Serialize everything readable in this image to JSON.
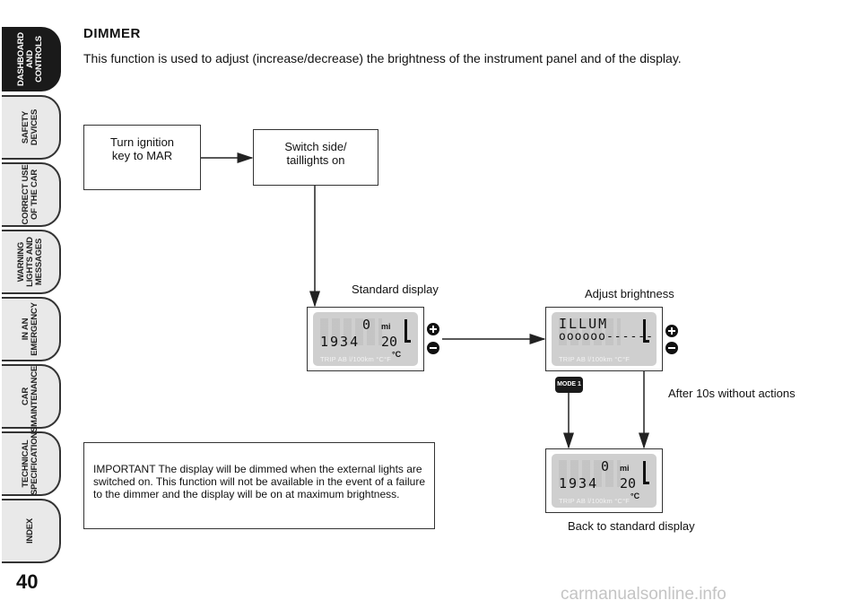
{
  "side_tabs": [
    {
      "label": "DASHBOARD\nAND CONTROLS",
      "active": true
    },
    {
      "label": "SAFETY\nDEVICES",
      "active": false
    },
    {
      "label": "CORRECT USE\nOF THE CAR",
      "active": false
    },
    {
      "label": "WARNING\nLIGHTS AND\nMESSAGES",
      "active": false
    },
    {
      "label": "IN AN\nEMERGENCY",
      "active": false
    },
    {
      "label": "CAR\nMAINTENANCE",
      "active": false
    },
    {
      "label": "TECHNICAL\nSPECIFICATIONS",
      "active": false
    },
    {
      "label": "INDEX",
      "active": false
    }
  ],
  "page_number": "40",
  "title": "DIMMER",
  "intro": "This function is used to adjust (increase/decrease) the brightness of the instrument panel and of the display.",
  "flow": {
    "step1": "Turn ignition\nkey to MAR",
    "step2": "Switch side/\ntaillights on",
    "standard_display": "Standard display",
    "adjust_brightness": "Adjust brightness",
    "after_timeout": "After 10s without actions",
    "back_to_standard": "Back to standard display",
    "mode_button": "MODE 1"
  },
  "displays": {
    "standard": {
      "row1_right": "0",
      "row1_unit": "mi",
      "row2_left": "1934",
      "row2_right": "20",
      "unit": "°C",
      "footer": "TRIP AB l/100km  °C°F"
    },
    "adjust": {
      "row1": "ILLUM",
      "row2": "oooooo------",
      "footer": "TRIP AB l/100km  °C°F"
    },
    "back": {
      "row1_right": "0",
      "row1_unit": "mi",
      "row2_left": "1934",
      "row2_right": "20",
      "unit": "°C",
      "footer": "TRIP AB l/100km  °C°F"
    }
  },
  "important": "IMPORTANT The display will be dimmed when the external lights are switched on. This function will not be available in the event of a failure to the dimmer and the display will be on at maximum brightness.",
  "watermark": "carmanualsonline.info"
}
